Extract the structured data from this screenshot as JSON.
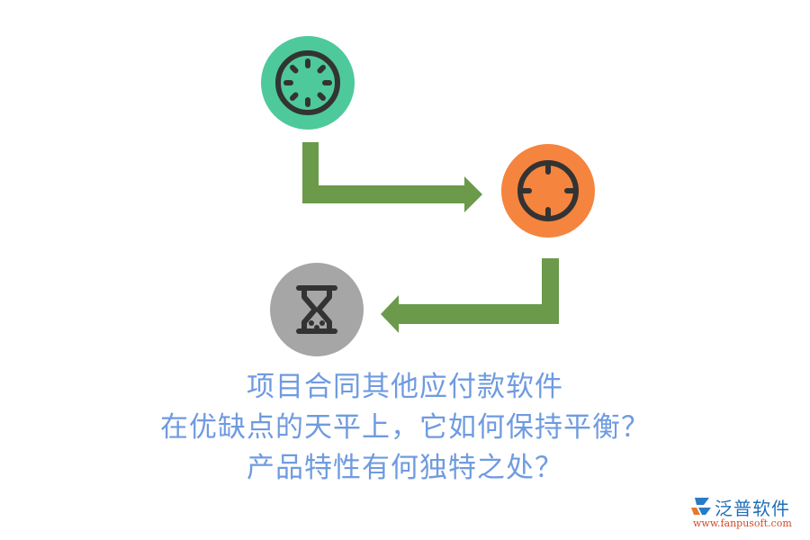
{
  "diagram": {
    "type": "process-flow",
    "nodes": [
      {
        "id": "loading",
        "icon": "loading-spinner-icon",
        "color": "#4ec99b",
        "icon_color": "#333333"
      },
      {
        "id": "target",
        "icon": "crosshair-target-icon",
        "color": "#f5843e",
        "icon_color": "#333333"
      },
      {
        "id": "hourglass",
        "icon": "hourglass-icon",
        "color": "#a6a6a6",
        "icon_color": "#333333"
      }
    ],
    "edges": [
      {
        "from": "loading",
        "to": "target",
        "color": "#6a9a4a"
      },
      {
        "from": "target",
        "to": "hourglass",
        "color": "#6a9a4a"
      }
    ]
  },
  "title": {
    "lines": [
      "项目合同其他应付款软件",
      "在优缺点的天平上，它如何保持平衡？",
      "产品特性有何独特之处？"
    ],
    "color": "#6f9be0"
  },
  "brand": {
    "name": "泛普软件",
    "url": "www.fanpusoft.com"
  }
}
